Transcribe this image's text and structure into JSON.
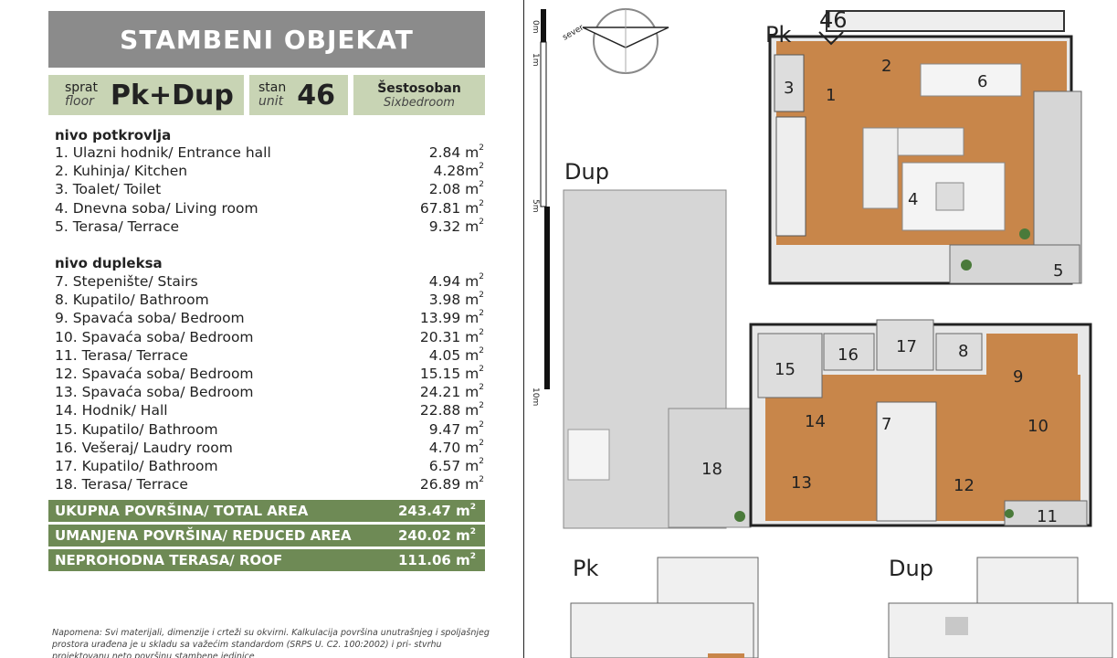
{
  "header": {
    "title": "STAMBENI OBJEKAT",
    "floor_label": "sprat",
    "floor_label_en": "floor",
    "floor_value": "Pk+Dup",
    "unit_label": "stan",
    "unit_label_en": "unit",
    "unit_value": "46",
    "type_label": "Šestosoban",
    "type_label_en": "Sixbedroom"
  },
  "attic": {
    "heading": "nivo potkrovlja",
    "rooms": [
      {
        "name": "1. Ulazni hodnik/ Entrance hall",
        "area": "2.84 m"
      },
      {
        "name": "2. Kuhinja/ Kitchen",
        "area": "4.28m"
      },
      {
        "name": "3. Toalet/ Toilet",
        "area": "2.08 m"
      },
      {
        "name": "4. Dnevna soba/ Living room",
        "area": "67.81 m"
      },
      {
        "name": "5. Terasa/ Terrace",
        "area": "9.32 m"
      }
    ]
  },
  "duplex": {
    "heading": "nivo dupleksa",
    "rooms": [
      {
        "name": "7. Stepenište/ Stairs",
        "area": "4.94 m"
      },
      {
        "name": "8. Kupatilo/ Bathroom",
        "area": "3.98 m"
      },
      {
        "name": "9. Spavaća soba/ Bedroom",
        "area": "13.99 m"
      },
      {
        "name": "10. Spavaća soba/ Bedroom",
        "area": "20.31 m"
      },
      {
        "name": "11. Terasa/ Terrace",
        "area": "4.05 m"
      },
      {
        "name": "12. Spavaća soba/ Bedroom",
        "area": "15.15 m"
      },
      {
        "name": "13. Spavaća soba/ Bedroom",
        "area": "24.21 m"
      },
      {
        "name": "14. Hodnik/ Hall",
        "area": "22.88 m"
      },
      {
        "name": "15. Kupatilo/ Bathroom",
        "area": "9.47 m"
      },
      {
        "name": "16. Vešeraj/ Laudry room",
        "area": "4.70 m"
      },
      {
        "name": "17. Kupatilo/ Bathroom",
        "area": "6.57 m"
      },
      {
        "name": "18. Terasa/ Terrace",
        "area": "26.89 m"
      }
    ]
  },
  "totals": [
    {
      "label": "UKUPNA POVRŠINA/ TOTAL AREA",
      "value": "243.47 m"
    },
    {
      "label": "UMANJENA POVRŠINA/ REDUCED AREA",
      "value": "240.02 m"
    },
    {
      "label": "NEPROHODNA TERASA/ ROOF",
      "value": "111.06 m"
    }
  ],
  "sup": "2",
  "note": "Napomena: Svi materijali, dimenzije i crteži su okvirni. Kalkulacija površina unutrašnjeg i spoljašnjeg prostora urađena je u skladu sa važećim standardom (SRPS U. C2. 100:2002) i pri-\nstvrhu projektovanu neto površinu stambene jedinice",
  "plan": {
    "level_pk": "Pk",
    "level_dup": "Dup",
    "unit_marker": "46",
    "compass": "sever",
    "scale_ticks": [
      "0m",
      "1m",
      "5m",
      "10m"
    ],
    "room_numbers": [
      "1",
      "2",
      "3",
      "4",
      "5",
      "6",
      "7",
      "8",
      "9",
      "10",
      "11",
      "12",
      "13",
      "14",
      "15",
      "16",
      "17",
      "18"
    ],
    "key_pk": "Pk",
    "key_dup": "Dup"
  },
  "colors": {
    "title_bg": "#8b8b8b",
    "info_bg": "#c8d4b4",
    "total_bg": "#6e8a55",
    "floor_wood": "#c8864a",
    "terrace": "#d6d6d6"
  }
}
